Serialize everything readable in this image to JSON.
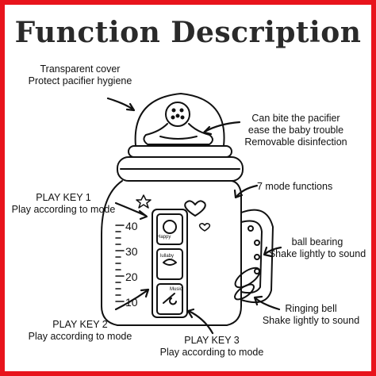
{
  "title": "Function Description",
  "annotations": {
    "cover": [
      "Transparent cover",
      "Protect pacifier hygiene"
    ],
    "pacifier": [
      "Can bite the pacifier",
      "ease the baby trouble",
      "Removable disinfection"
    ],
    "modes": [
      "7 mode functions"
    ],
    "key1": [
      "PLAY KEY 1",
      "Play according to mode"
    ],
    "bearing": [
      "ball bearing",
      "Shake lightly to sound"
    ],
    "key2": [
      "PLAY KEY 2",
      "Play according to mode"
    ],
    "bell": [
      "Ringing bell",
      "Shake lightly to sound"
    ],
    "key3": [
      "PLAY KEY 3",
      "Play according to mode"
    ]
  },
  "scale_marks": [
    "40",
    "30",
    "20",
    "10"
  ],
  "button_labels": [
    "Happy",
    "lullaby",
    "Music"
  ],
  "colors": {
    "border": "#e8141c",
    "ink": "#111111"
  },
  "icons": [
    "star-icon",
    "heart-icon",
    "monkey-icon",
    "sheep-icon",
    "guitar-icon"
  ]
}
